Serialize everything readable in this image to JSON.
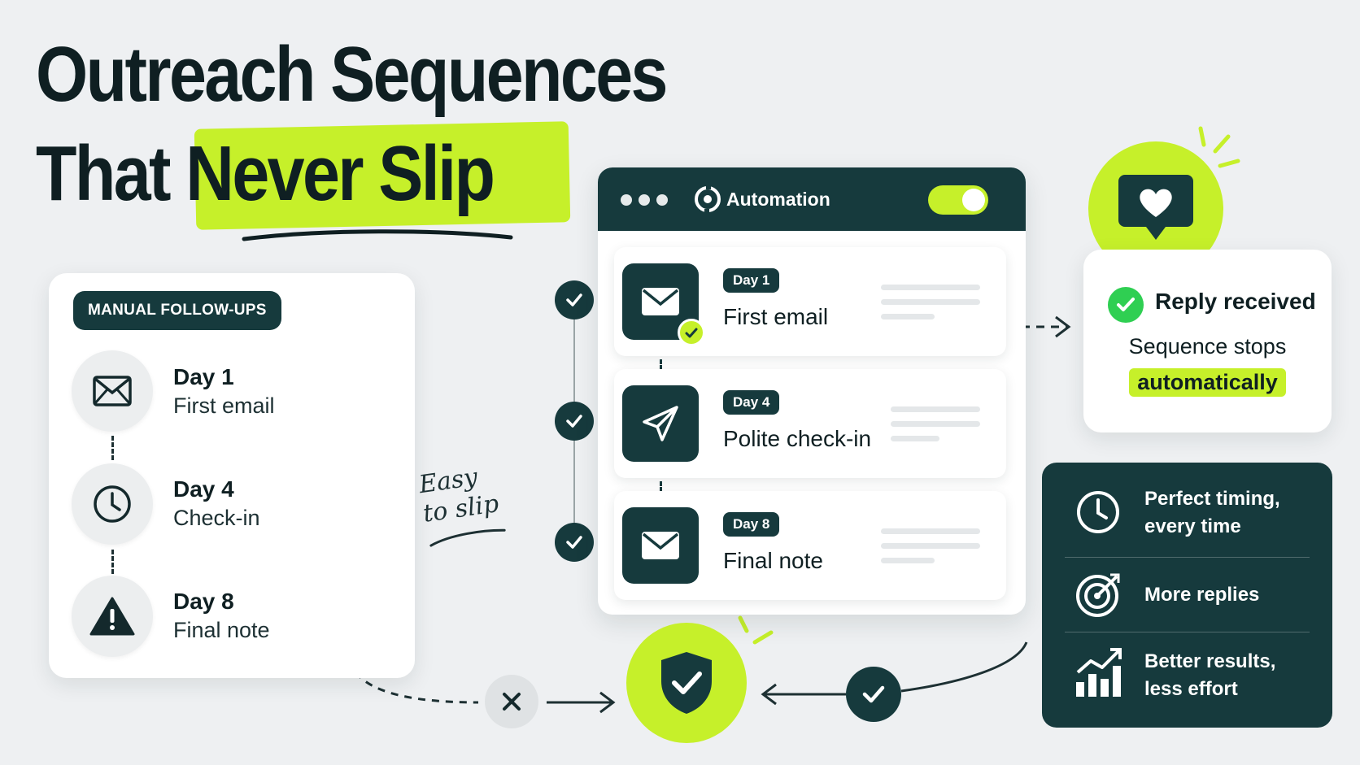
{
  "title": {
    "line1": "Outreach Sequences",
    "line2_plain": "That",
    "line2_highlight": "Never Slip"
  },
  "manual": {
    "badge": "MANUAL FOLLOW-UPS",
    "steps": [
      {
        "day": "Day 1",
        "label": "First email",
        "icon": "envelope-icon"
      },
      {
        "day": "Day 4",
        "label": "Check-in",
        "icon": "clock-icon"
      },
      {
        "day": "Day 8",
        "label": "Final note",
        "icon": "warning-icon"
      }
    ],
    "note_line1": "Easy",
    "note_line2": "to slip"
  },
  "automation": {
    "title": "Automation",
    "toggle_on": true,
    "steps": [
      {
        "day": "Day 1",
        "label": "First email",
        "icon": "envelope-icon"
      },
      {
        "day": "Day 4",
        "label": "Polite check-in",
        "icon": "paper-plane-icon"
      },
      {
        "day": "Day 8",
        "label": "Final note",
        "icon": "envelope-icon"
      }
    ]
  },
  "reply": {
    "title": "Reply received",
    "subtitle": "Sequence stops",
    "highlight": "automatically"
  },
  "benefits": [
    {
      "line1": "Perfect timing,",
      "line2": "every time",
      "icon": "clock-icon"
    },
    {
      "line1": "More replies",
      "line2": "",
      "icon": "target-icon"
    },
    {
      "line1": "Better results,",
      "line2": "less effort",
      "icon": "growth-chart-icon"
    }
  ],
  "colors": {
    "accent": "#c6f02a",
    "dark": "#163a3d",
    "background": "#eef0f2",
    "text": "#0f1f22"
  }
}
